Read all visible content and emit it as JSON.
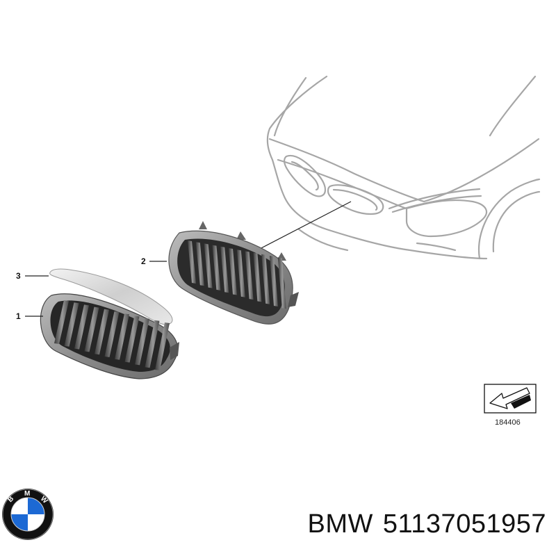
{
  "callouts": [
    {
      "number": "1",
      "part": "grille-left"
    },
    {
      "number": "2",
      "part": "grille-right"
    },
    {
      "number": "3",
      "part": "trim-strip"
    }
  ],
  "diagram_ref": "184406",
  "brand_logo": {
    "letters": "BMW",
    "colors": {
      "blue": "#1c69d4",
      "ring": "#111111",
      "white": "#ffffff"
    }
  },
  "caption": {
    "brand": "BMW",
    "part_number": "51137051957"
  },
  "colors": {
    "outline": "#a6a6a6",
    "ink": "#111111"
  }
}
